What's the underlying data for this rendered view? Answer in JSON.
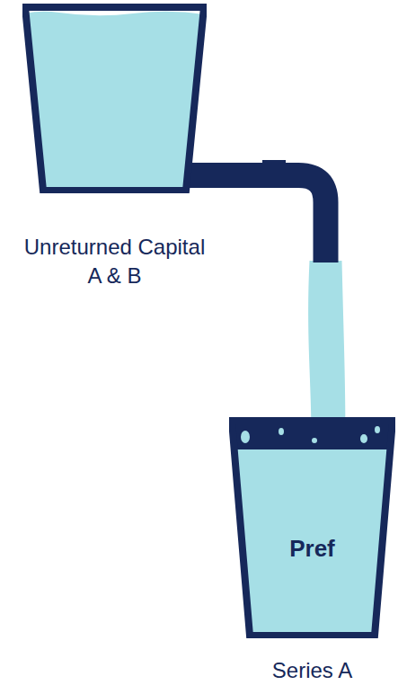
{
  "diagram": {
    "nodes": [
      {
        "text": [
          "Unreturned Capital A & B"
        ]
      },
      {
        "text": [
          "Pref",
          "Series A"
        ]
      }
    ],
    "edges": [
      {
        "from": 0,
        "to": 1,
        "arrow": "none"
      }
    ]
  }
}
